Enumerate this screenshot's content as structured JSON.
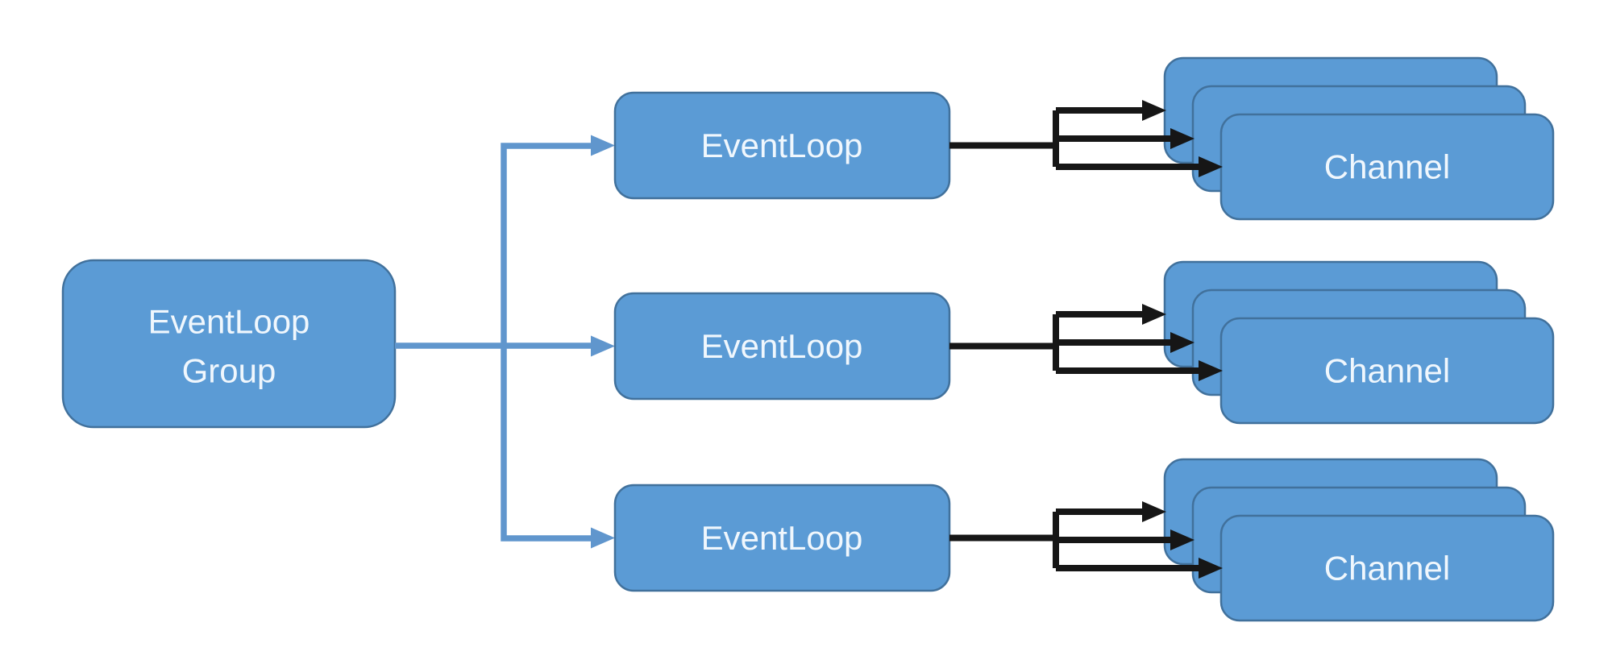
{
  "diagram": {
    "background": "#ffffff",
    "nodes": {
      "group": {
        "label_line1": "EventLoop",
        "label_line2": "Group"
      },
      "event_loops": [
        {
          "label": "EventLoop"
        },
        {
          "label": "EventLoop"
        },
        {
          "label": "EventLoop"
        }
      ],
      "channel_stacks": [
        {
          "label": "Channel",
          "cards": 3
        },
        {
          "label": "Channel",
          "cards": 3
        },
        {
          "label": "Channel",
          "cards": 3
        }
      ]
    },
    "colors": {
      "node_fill": "#5b9bd5",
      "node_border": "#41719c",
      "connector_blue": "#6096cd",
      "connector_black": "#161616",
      "label_text": "#f0f7fd"
    }
  }
}
